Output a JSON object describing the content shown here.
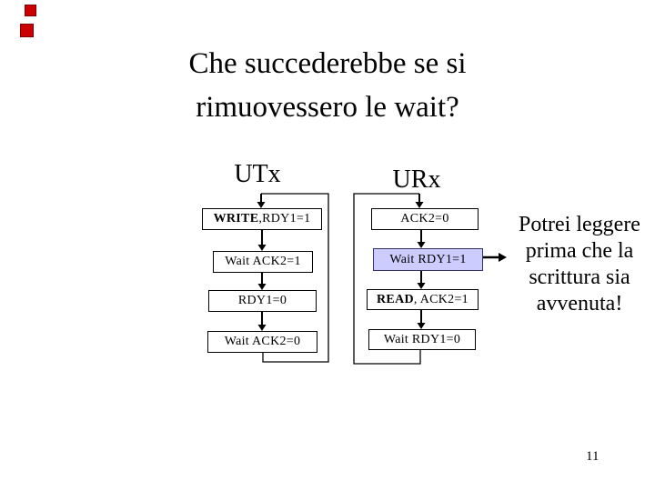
{
  "slide": {
    "title": {
      "line1": "Che succederebbe se si",
      "line2": "rimuovessero le wait?"
    },
    "page_number": "11",
    "decoration_color": "#cc0000"
  },
  "diagram": {
    "utx": {
      "header": "UTx",
      "box1": {
        "bold": "WRITE",
        "rest": ",RDY1=1"
      },
      "box2": {
        "text": "Wait ACK2=1"
      },
      "box3": {
        "text": "RDY1=0"
      },
      "box4": {
        "text": "Wait ACK2=0"
      }
    },
    "urx": {
      "header": "URx",
      "box1": {
        "text": "ACK2=0"
      },
      "box2": {
        "text": "Wait RDY1=1"
      },
      "box3": {
        "bold": "READ",
        "rest": ", ACK2=1"
      },
      "box4": {
        "text": "Wait RDY1=0"
      }
    },
    "highlight_color": "#ccccff",
    "annotation": {
      "line1": "Potrei leggere",
      "line2": "prima che la",
      "line3": "scrittura sia",
      "line4": "avvenuta!"
    }
  }
}
